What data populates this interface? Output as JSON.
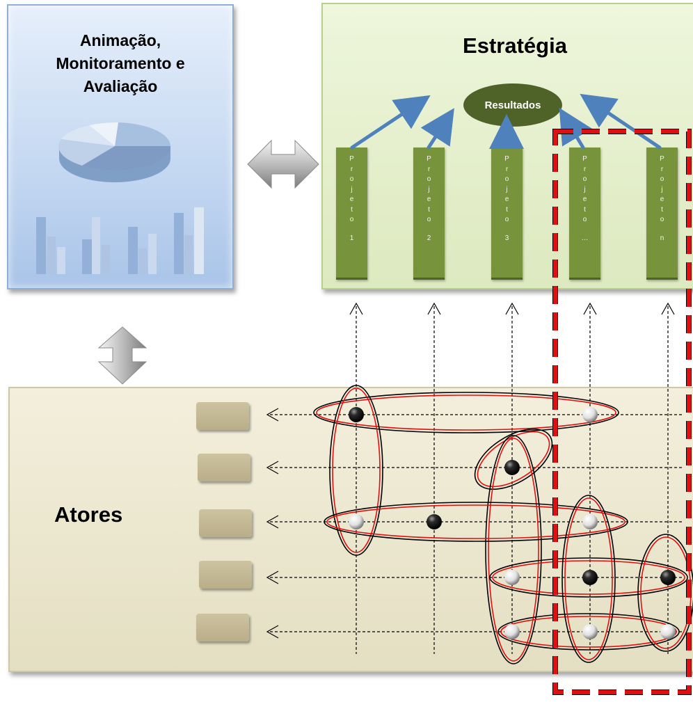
{
  "monitor": {
    "title": "Animação,\nMonitoramento e\nAvaliação"
  },
  "strategy": {
    "title": "Estratégia",
    "results_label": "Resultados",
    "projects": [
      {
        "letters": [
          "P",
          "r",
          "o",
          "j",
          "e",
          "t",
          "o"
        ],
        "number": "1"
      },
      {
        "letters": [
          "P",
          "r",
          "o",
          "j",
          "e",
          "t",
          "o"
        ],
        "number": "2"
      },
      {
        "letters": [
          "P",
          "r",
          "o",
          "j",
          "e",
          "t",
          "o"
        ],
        "number": "3"
      },
      {
        "letters": [
          "P",
          "r",
          "o",
          "j",
          "e",
          "t",
          "o"
        ],
        "number": "…"
      },
      {
        "letters": [
          "P",
          "r",
          "o",
          "j",
          "e",
          "t",
          "o"
        ],
        "number": "n"
      }
    ]
  },
  "actors": {
    "title": "Atores",
    "count": 5
  },
  "colors": {
    "monitor_bg": "#c3d7f1",
    "strategy_bg": "#dde9bf",
    "actors_bg": "#e4dfc2",
    "project_bar": "#77933c",
    "results_ellipse": "#4f6228",
    "arrow_blue": "#4f81bd",
    "highlight_red": "#ff0000"
  },
  "icons": [
    "pie-chart-icon",
    "bar-chart-icon",
    "double-arrow-horizontal-icon",
    "double-arrow-vertical-icon"
  ]
}
